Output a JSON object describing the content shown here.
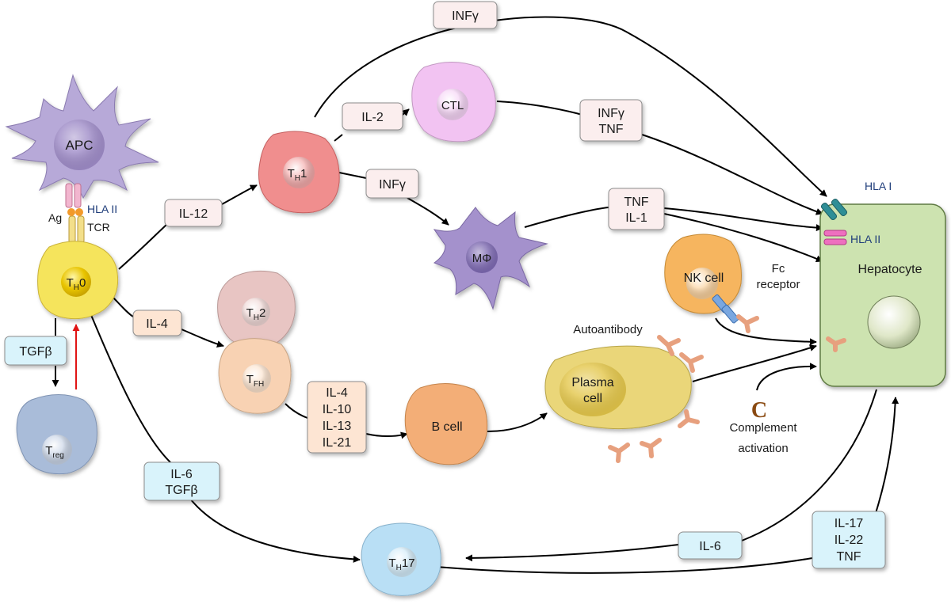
{
  "cells": {
    "apc": "APC",
    "th0_main": "T",
    "th0_sub": "H",
    "th0_tail": "0",
    "th1_main": "T",
    "th1_sub": "H",
    "th1_tail": "1",
    "th2_main": "T",
    "th2_sub": "H",
    "th2_tail": "2",
    "tfh_main": "T",
    "tfh_sub": "FH",
    "treg_main": "T",
    "treg_sub": "reg",
    "th17_main": "T",
    "th17_sub": "H",
    "th17_tail": "17",
    "ctl": "CTL",
    "macrophage": "MΦ",
    "nk": "NK cell",
    "bcell": "B cell",
    "plasma_line1": "Plasma",
    "plasma_line2": "cell",
    "hepatocyte": "Hepatocyte"
  },
  "receptors": {
    "hla2_apc": "HLA II",
    "ag": "Ag",
    "tcr": "TCR",
    "hla1": "HLA I",
    "hla2_hep": "HLA II",
    "fc_line1": "Fc",
    "fc_line2": "receptor"
  },
  "cytokines": {
    "infg_top": "INFγ",
    "il2": "IL-2",
    "infg_tnf_line1": "INFγ",
    "infg_tnf_line2": "TNF",
    "infg_mid": "INFγ",
    "tnf_il1_line1": "TNF",
    "tnf_il1_line2": "IL-1",
    "il12": "IL-12",
    "il4": "IL-4",
    "tgfb": "TGFβ",
    "il4_group": [
      "IL-4",
      "IL-10",
      "IL-13",
      "IL-21"
    ],
    "il6_tgfb_line1": "IL-6",
    "il6_tgfb_line2": "TGFβ",
    "il6": "IL-6",
    "il17_group": [
      "IL-17",
      "IL-22",
      "TNF"
    ]
  },
  "annotations": {
    "autoantibody": "Autoantibody",
    "complement_symbol": "C",
    "complement_line1": "Complement",
    "complement_line2": "activation"
  },
  "colors": {
    "pink_box": "#fbeeee",
    "peach_box": "#fde5d3",
    "blue_box": "#d9f3fb",
    "apc": "#b7a9d8",
    "th0": "#f5e45b",
    "th1": "#f08e8e",
    "th2": "#e8c5c3",
    "tfh": "#f8d2b3",
    "treg": "#a9bcd9",
    "th17": "#b9dff5",
    "ctl": "#f2c3f2",
    "macrophage": "#a491cc",
    "nk": "#f6b55e",
    "bcell": "#f3ae77",
    "plasma": "#ead679",
    "hepatocyte": "#cde3b0",
    "antibody": "#e7a07e",
    "red_arrow": "#e01414"
  }
}
